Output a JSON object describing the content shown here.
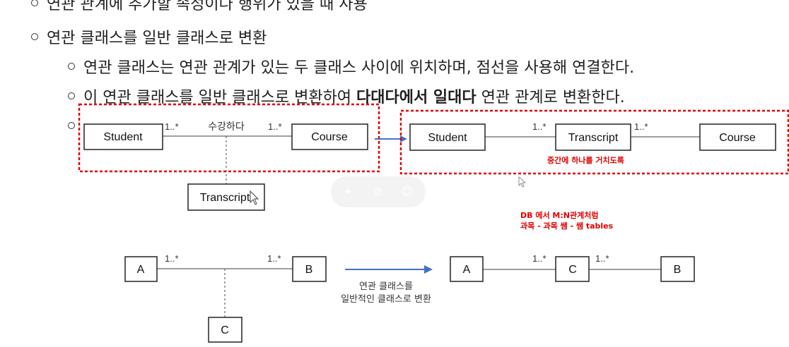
{
  "bullets": {
    "line1": "연관 관계에 추가할 속성이나 행위가 있을 때 사용",
    "line2": "연관 클래스를 일반 클래스로 변환",
    "line3": "연관 클래스는 연관 관계가 있는 두 클래스 사이에 위치하며, 점선을 사용해 연결한다.",
    "line4_prefix": "이 연관 클래스를 일반 클래스로 변환하여 ",
    "line4_bold": "다대다에서 일대다",
    "line4_suffix": " 연관 관계로 변환한다."
  },
  "diagram1": {
    "student": "Student",
    "course": "Course",
    "transcript": "Transcript",
    "relation": "수강하다",
    "mult_left": "1..*",
    "mult_right": "1..*"
  },
  "diagram2": {
    "student": "Student",
    "transcript": "Transcript",
    "course": "Course",
    "mult_left": "1..*",
    "mult_right": "1..*",
    "note": "중간에 하나를 거치도록"
  },
  "db_note": {
    "line1": "DB 에서 M:N관계처럼",
    "line2": "과목 - 과목 쌤 - 쌤 tables"
  },
  "diagram3": {
    "a": "A",
    "b": "B",
    "c": "C",
    "mult_left": "1..*",
    "mult_right": "1..*",
    "arrow_label_line1": "연관 클래스를",
    "arrow_label_line2": "일반적인 클래스로 변환"
  },
  "diagram4": {
    "a": "A",
    "c": "C",
    "b": "B",
    "mult_left": "1..*",
    "mult_right": "1..*"
  },
  "colors": {
    "red_dotted": "#e00000",
    "arrow_blue": "#4472c4"
  }
}
